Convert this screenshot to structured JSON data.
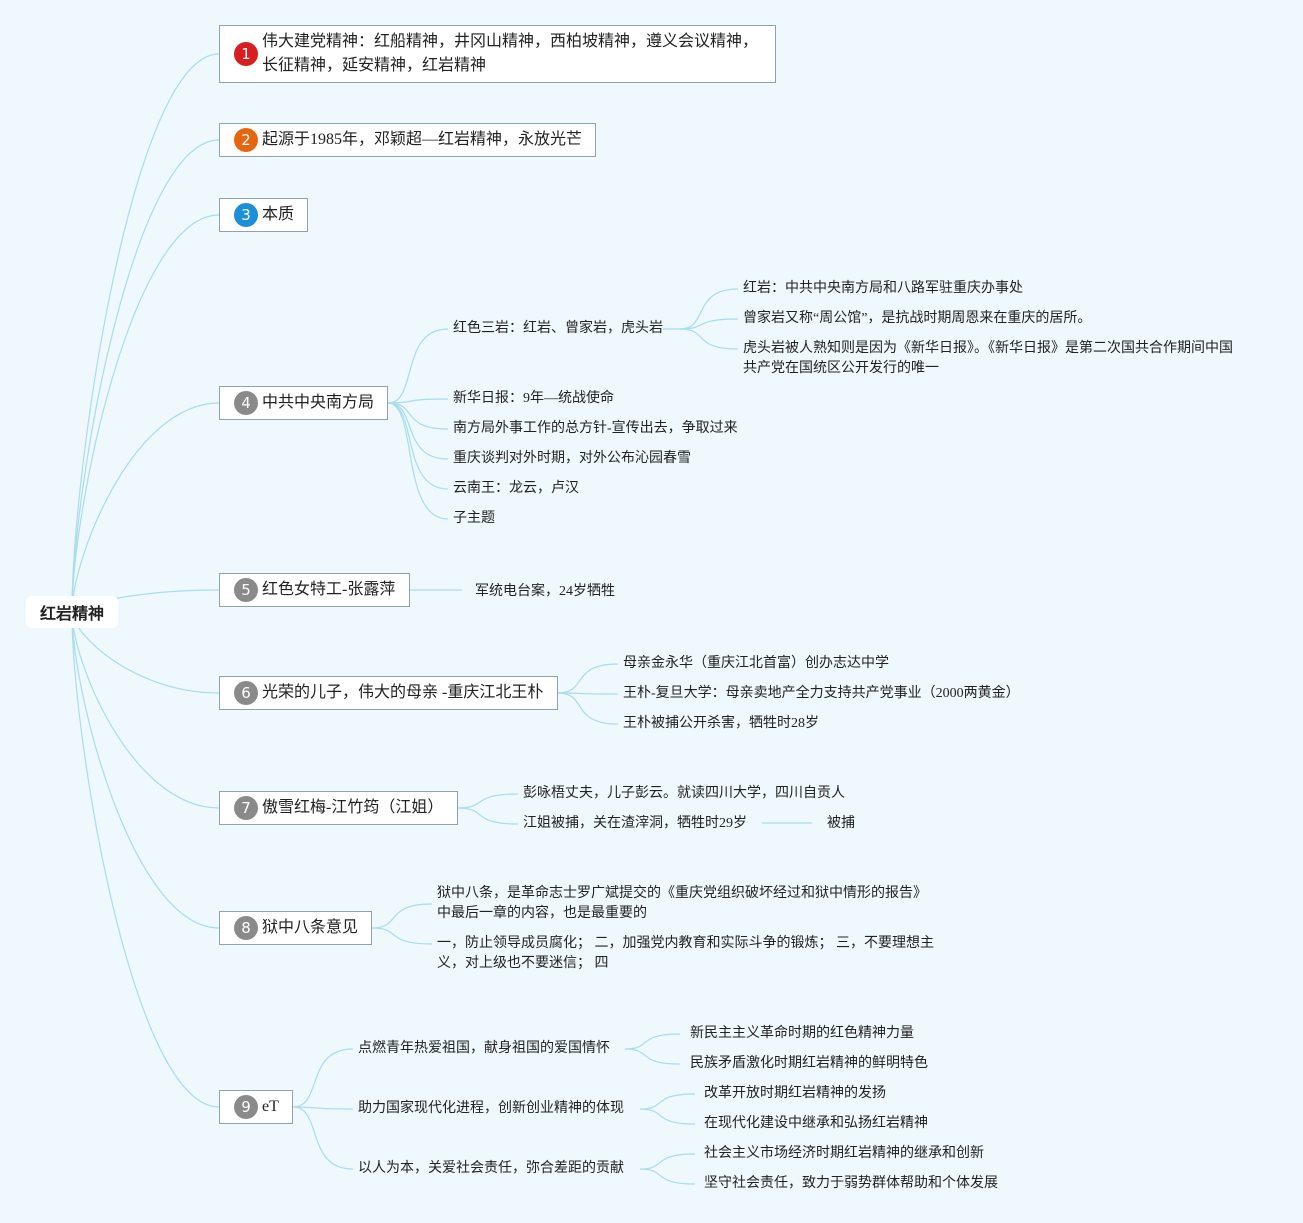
{
  "root": "红岩精神",
  "topics": [
    {
      "num": "1",
      "color": "#d81e1e",
      "text": "伟大建党精神：红船精神，井冈山精神，西柏坡精神，遵义会议精神，长征精神，延安精神，红岩精神"
    },
    {
      "num": "2",
      "color": "#e8650f",
      "text": "起源于1985年，邓颖超—红岩精神，永放光芒"
    },
    {
      "num": "3",
      "color": "#1d8fd9",
      "text": "本质"
    },
    {
      "num": "4",
      "color": "#8a8a8a",
      "text": "中共中央南方局",
      "children": [
        {
          "text": "红色三岩：红岩、曾家岩，虎头岩",
          "children": [
            {
              "text": "红岩：中共中央南方局和八路军驻重庆办事处"
            },
            {
              "text": "曾家岩又称“周公馆”，是抗战时期周恩来在重庆的居所。"
            },
            {
              "text": "虎头岩被人熟知则是因为《新华日报》。《新华日报》是第二次国共合作期间中国共产党在国统区公开发行的唯一"
            }
          ]
        },
        {
          "text": "新华日报：9年—统战使命"
        },
        {
          "text": "南方局外事工作的总方针-宣传出去，争取过来"
        },
        {
          "text": "重庆谈判对外时期，对外公布沁园春雪"
        },
        {
          "text": "云南王：龙云，卢汉"
        },
        {
          "text": "子主题"
        }
      ]
    },
    {
      "num": "5",
      "color": "#8a8a8a",
      "text": "红色女特工-张露萍",
      "children": [
        {
          "text": "军统电台案，24岁牺牲"
        }
      ]
    },
    {
      "num": "6",
      "color": "#8a8a8a",
      "text": "光荣的儿子，伟大的母亲 -重庆江北王朴",
      "children": [
        {
          "text": "母亲金永华（重庆江北首富）创办志达中学"
        },
        {
          "text": "王朴-复旦大学：母亲卖地产全力支持共产党事业（2000两黄金）"
        },
        {
          "text": "王朴被捕公开杀害，牺牲时28岁"
        }
      ]
    },
    {
      "num": "7",
      "color": "#8a8a8a",
      "text": "傲雪红梅-江竹筠（江姐）",
      "children": [
        {
          "text": "彭咏梧丈夫，儿子彭云。就读四川大学，四川自贡人"
        },
        {
          "text": "江姐被捕，关在渣滓洞，牺牲时29岁",
          "children": [
            {
              "text": "被捕"
            }
          ]
        }
      ]
    },
    {
      "num": "8",
      "color": "#8a8a8a",
      "text": "狱中八条意见",
      "children": [
        {
          "text": "狱中八条，是革命志士罗广斌提交的《重庆党组织破坏经过和狱中情形的报告》中最后一章的内容，也是最重要的"
        },
        {
          "text": "一，防止领导成员腐化；  二，加强党内教育和实际斗争的锻炼；  三，不要理想主义，对上级也不要迷信；  四"
        }
      ]
    },
    {
      "num": "9",
      "color": "#8a8a8a",
      "text": "eT",
      "children": [
        {
          "text": "点燃青年热爱祖国，献身祖国的爱国情怀",
          "children": [
            {
              "text": "新民主主义革命时期的红色精神力量"
            },
            {
              "text": "民族矛盾激化时期红岩精神的鲜明特色"
            }
          ]
        },
        {
          "text": "助力国家现代化进程，创新创业精神的体现",
          "children": [
            {
              "text": "改革开放时期红岩精神的发扬"
            },
            {
              "text": "在现代化建设中继承和弘扬红岩精神"
            }
          ]
        },
        {
          "text": "以人为本，关爱社会责任，弥合差距的贡献",
          "children": [
            {
              "text": "社会主义市场经济时期红岩精神的继承和创新"
            },
            {
              "text": "坚守社会责任，致力于弱势群体帮助和个体发展"
            }
          ]
        }
      ]
    }
  ]
}
